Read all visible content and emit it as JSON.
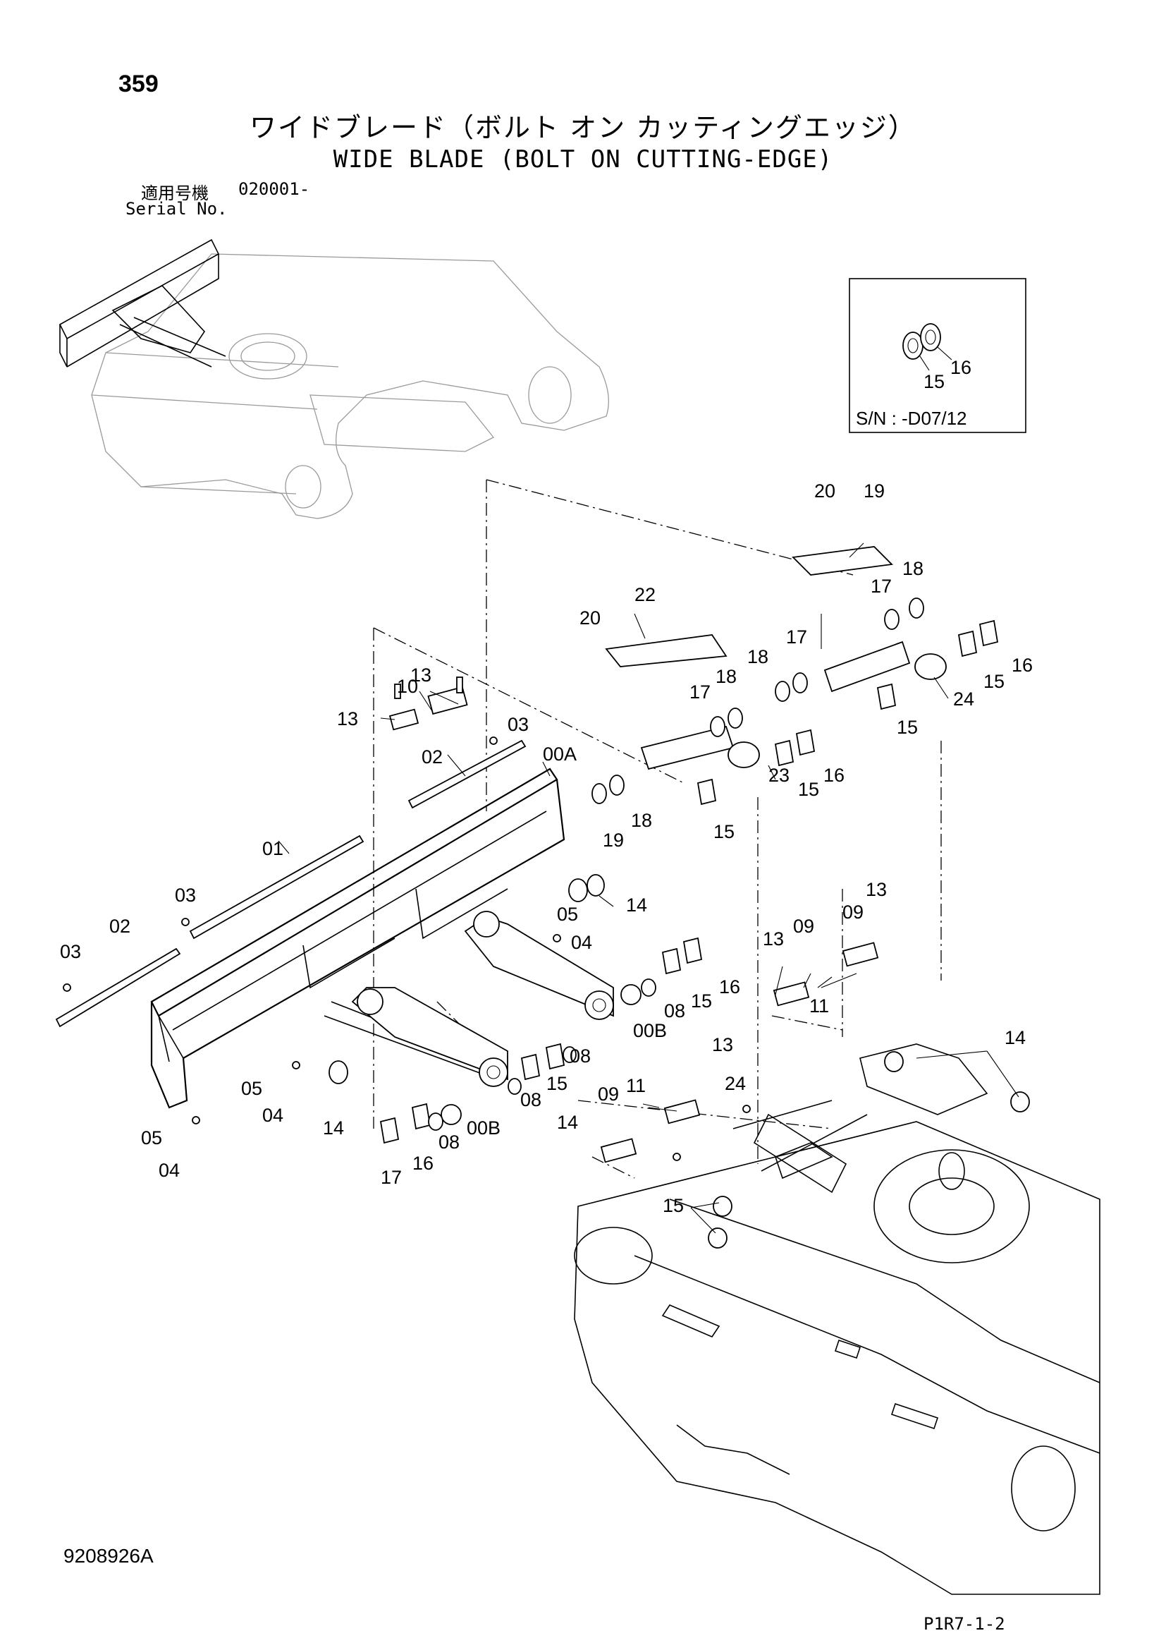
{
  "header": {
    "page_number": "359",
    "title_jp": "ワイドブレード（ボルト オン カッティングエッジ）",
    "title_en": "WIDE BLADE (BOLT ON CUTTING-EDGE)",
    "serial_label_jp": "適用号機",
    "serial_value": "020001-",
    "serial_label_en": "Serial No."
  },
  "inset": {
    "caption": "S/N : -D07/12",
    "callouts": [
      "15",
      "16"
    ]
  },
  "callouts": [
    "00A",
    "01",
    "02",
    "02",
    "03",
    "03",
    "03",
    "04",
    "04",
    "04",
    "05",
    "05",
    "05",
    "08",
    "08",
    "08",
    "08",
    "00B",
    "00B",
    "09",
    "09",
    "09",
    "10",
    "11",
    "11",
    "13",
    "13",
    "13",
    "13",
    "13",
    "14",
    "14",
    "14",
    "14",
    "15",
    "15",
    "15",
    "15",
    "15",
    "15",
    "15",
    "16",
    "16",
    "16",
    "16",
    "17",
    "17",
    "17",
    "17",
    "18",
    "18",
    "18",
    "18",
    "19",
    "19",
    "20",
    "20",
    "22",
    "23",
    "24",
    "24"
  ],
  "footer": {
    "drawing_code": "9208926A",
    "sheet_code": "P1R7-1-2"
  }
}
